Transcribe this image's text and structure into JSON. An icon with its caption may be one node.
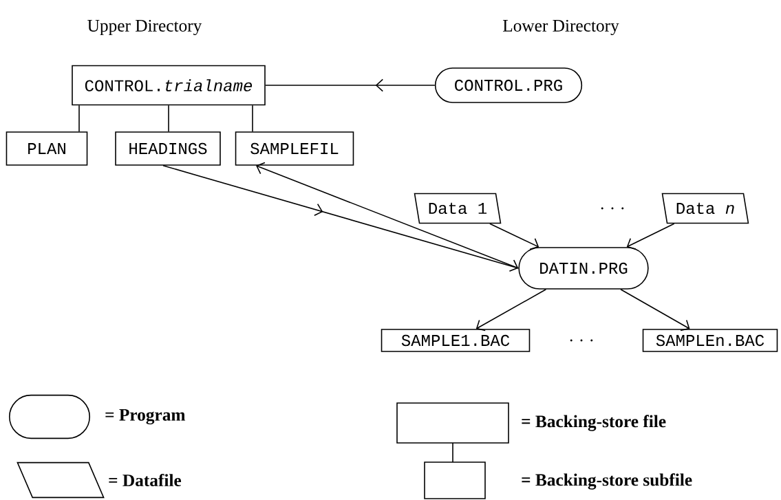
{
  "diagram": {
    "nodes": [
      {
        "text": [
          "CONTROL.*trialname*"
        ]
      },
      {
        "text": [
          "PLAN"
        ]
      },
      {
        "text": [
          "HEADINGS"
        ]
      },
      {
        "text": [
          "SAMPLEFIL"
        ]
      },
      {
        "text": [
          "CONTROL.PRG"
        ]
      },
      {
        "text": [
          "Data 1"
        ]
      },
      {
        "text": [
          "Data *n*"
        ]
      },
      {
        "text": [
          "DATIN.PRG"
        ]
      },
      {
        "text": [
          "SAMPLE1.BAC"
        ]
      },
      {
        "text": [
          "SAMPLEn.BAC"
        ]
      }
    ],
    "edges": [
      {
        "from": 0,
        "to": 1,
        "arrow": "none"
      },
      {
        "from": 0,
        "to": 2,
        "arrow": "none"
      },
      {
        "from": 0,
        "to": 3,
        "arrow": "none"
      },
      {
        "from": 4,
        "to": 0,
        "arrow": "to"
      },
      {
        "from": 2,
        "to": 7,
        "arrow": "to"
      },
      {
        "from": 3,
        "to": 7,
        "arrow": "both"
      },
      {
        "from": 5,
        "to": 7,
        "arrow": "to"
      },
      {
        "from": 6,
        "to": 7,
        "arrow": "to"
      },
      {
        "from": 7,
        "to": 8,
        "arrow": "to"
      },
      {
        "from": 7,
        "to": 9,
        "arrow": "to"
      }
    ],
    "labels": [
      "Upper Directory",
      "Lower Directory",
      ". . .",
      ". . ."
    ],
    "legend": [
      {
        "text": "= Program"
      },
      {
        "text": "= Datafile"
      },
      {
        "text": "= Backing-store file"
      },
      {
        "text": "= Backing-store subfile"
      }
    ]
  }
}
